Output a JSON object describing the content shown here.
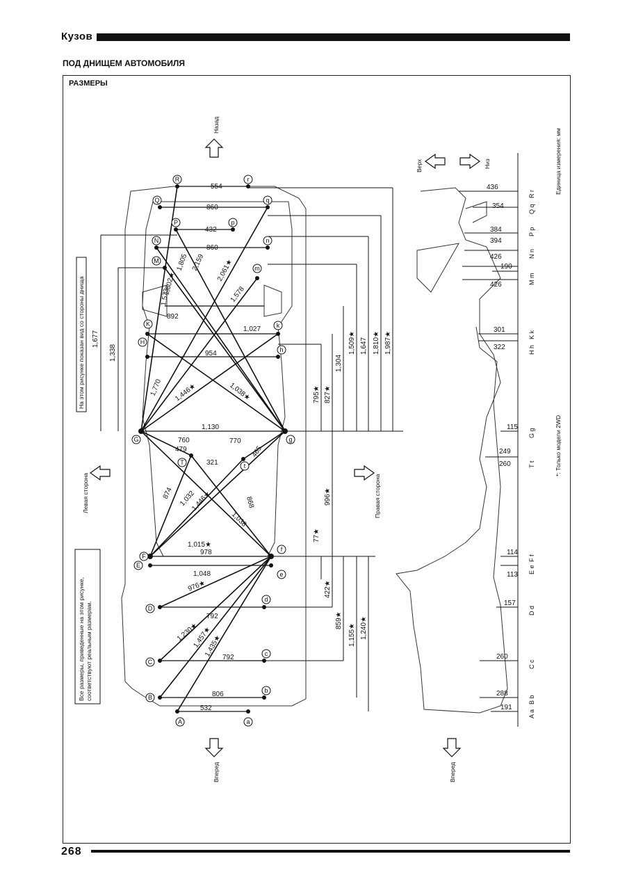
{
  "header": {
    "title": "Кузов"
  },
  "section_title": "ПОД ДНИЩЕМ АВТОМОБИЛЯ",
  "frame_label": "РАЗМЕРЫ",
  "page_number": "268",
  "notes": {
    "bottom_view": "На этом рисунке показан вид со стороны днища",
    "actual_sizes": "Все размеры, приведенные на этом рисунке, соответствуют реальным размерам.",
    "units": "Единица измерения: мм",
    "only_2wd": "*: Только модели 2WD"
  },
  "directions": {
    "rear": "Назад",
    "forward_left": "Вперед",
    "forward_right": "Вперед",
    "left_side": "Левая сторона",
    "right_side": "Правая сторона",
    "top": "Верх",
    "bottom": "Низ"
  },
  "plan_dims": {
    "d554": "554",
    "d860a": "860",
    "d432": "432",
    "d860b": "860",
    "d892": "892",
    "d1027": "1,027",
    "d954": "954",
    "d1130": "1,130",
    "d760": "760",
    "d770": "770",
    "d479": "479",
    "d321": "321",
    "d465": "465",
    "d874": "874",
    "d1032": "1,032",
    "d1446b": "1,446★",
    "d1038b": "1,038",
    "d868": "868",
    "d1015": "1,015★",
    "d978": "978",
    "d1048": "1,048",
    "d976": "976★",
    "d792a": "792",
    "d1230": "1,230★",
    "d1457": "1,457★",
    "d1435": "1,435★",
    "d792b": "792",
    "d806": "806",
    "d532": "532",
    "d1770": "1,770",
    "d1446a": "1,446★",
    "d1038a": "1,038★",
    "d1573": "1,573",
    "d1802": "1,802★",
    "d1805": "1,805",
    "d2159": "2,159",
    "d2061": "2,061★",
    "d1578": "1,578",
    "v1677": "1,677",
    "v1338": "1,338",
    "v795": "795★",
    "v827": "827★",
    "v1304": "1,304",
    "v1509": "1,509★",
    "v1647": "1,647",
    "v1810": "1,810★",
    "v1987": "1,987★",
    "v996": "996★",
    "v77": "77★",
    "v422": "422★",
    "v859": "859★",
    "v1155": "1,155★",
    "v1240": "1,240★"
  },
  "side_dims": {
    "s436": "436",
    "s354": "354",
    "s384": "384",
    "s394": "394",
    "s426a": "426",
    "s190": "190",
    "s426b": "426",
    "s301": "301",
    "s322": "322",
    "s115": "115",
    "s249": "249",
    "s260a": "260",
    "s114": "114",
    "s113": "113",
    "s157": "157",
    "s260b": "260",
    "s288": "288",
    "s191": "191"
  },
  "side_labels": {
    "Rr": "R r",
    "Qq": "Q q",
    "Pp": "P p",
    "Nn": "N n",
    "Mm": "M m",
    "Kk": "K k",
    "Hh": "H h",
    "Gg": "G g",
    "Tt": "T t",
    "Ff": "F f",
    "Ee": "E e",
    "Dd": "D d",
    "Cc": "C c",
    "Bb": "B b",
    "Aa": "A a"
  },
  "points_left": [
    "R",
    "Q",
    "P",
    "N",
    "M",
    "K",
    "H",
    "G",
    "T",
    "F",
    "E",
    "D",
    "C",
    "B",
    "A"
  ],
  "points_right": [
    "r",
    "q",
    "p",
    "n",
    "m",
    "k",
    "h",
    "g",
    "t",
    "f",
    "e",
    "d",
    "c",
    "b",
    "a"
  ]
}
